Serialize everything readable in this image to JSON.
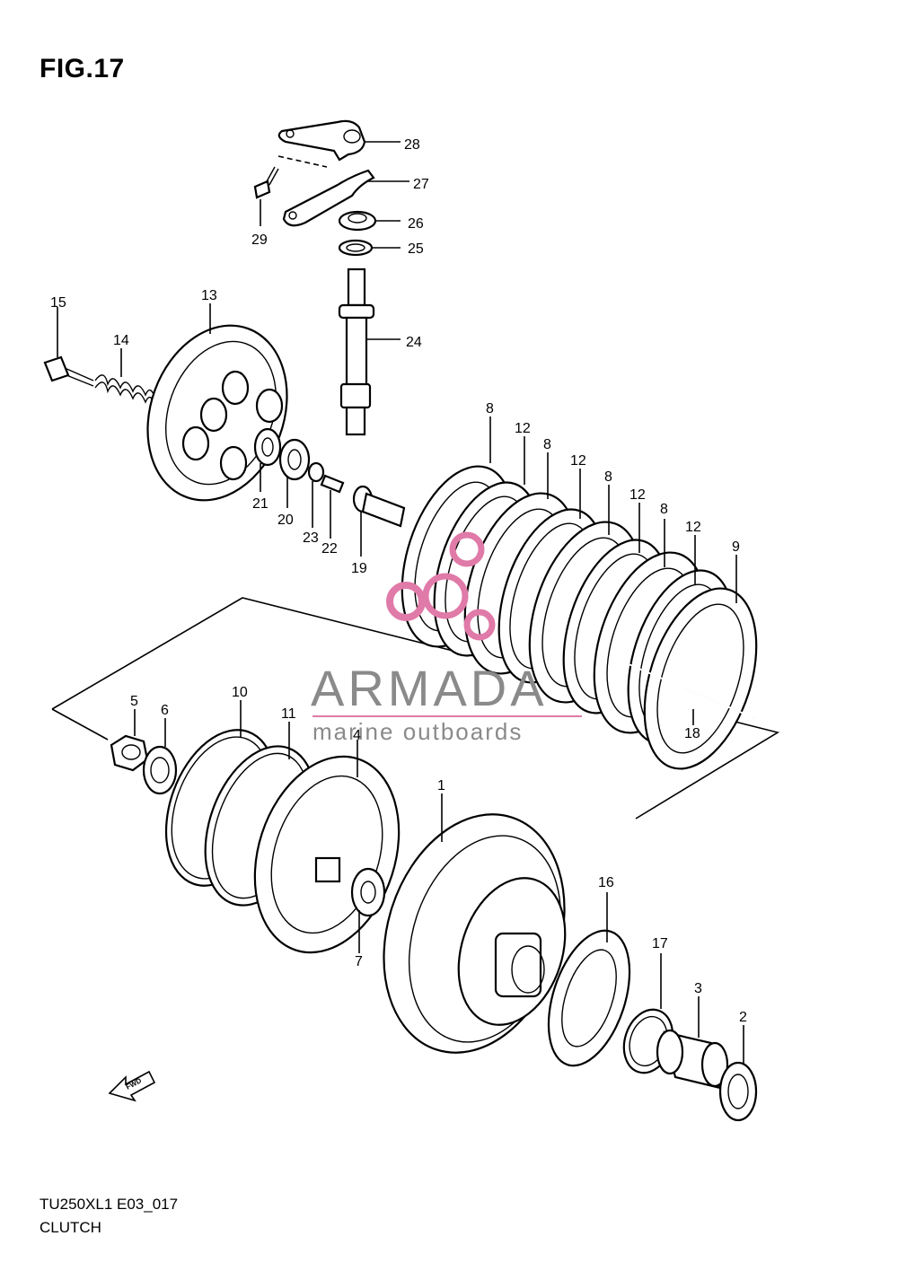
{
  "figure": {
    "title": "FIG.17",
    "code": "TU250XL1 E03_017",
    "name": "CLUTCH",
    "direction_label": "FWD"
  },
  "watermark": {
    "brand": "ARMADA",
    "tagline": "marine outboards",
    "color_brand": "#8a8a8a",
    "color_logo": "#e07aa8"
  },
  "callouts": [
    {
      "id": "28",
      "text": "28"
    },
    {
      "id": "27",
      "text": "27"
    },
    {
      "id": "29",
      "text": "29"
    },
    {
      "id": "26",
      "text": "26"
    },
    {
      "id": "25",
      "text": "25"
    },
    {
      "id": "24",
      "text": "24"
    },
    {
      "id": "15",
      "text": "15"
    },
    {
      "id": "14",
      "text": "14"
    },
    {
      "id": "13",
      "text": "13"
    },
    {
      "id": "21",
      "text": "21"
    },
    {
      "id": "20",
      "text": "20"
    },
    {
      "id": "23",
      "text": "23"
    },
    {
      "id": "22",
      "text": "22"
    },
    {
      "id": "19",
      "text": "19"
    },
    {
      "id": "8a",
      "text": "8"
    },
    {
      "id": "12a",
      "text": "12"
    },
    {
      "id": "8b",
      "text": "8"
    },
    {
      "id": "12b",
      "text": "12"
    },
    {
      "id": "8c",
      "text": "8"
    },
    {
      "id": "12c",
      "text": "12"
    },
    {
      "id": "8d",
      "text": "8"
    },
    {
      "id": "12d",
      "text": "12"
    },
    {
      "id": "9",
      "text": "9"
    },
    {
      "id": "18",
      "text": "18"
    },
    {
      "id": "5",
      "text": "5"
    },
    {
      "id": "6",
      "text": "6"
    },
    {
      "id": "10",
      "text": "10"
    },
    {
      "id": "11",
      "text": "11"
    },
    {
      "id": "4",
      "text": "4"
    },
    {
      "id": "1",
      "text": "1"
    },
    {
      "id": "7",
      "text": "7"
    },
    {
      "id": "16",
      "text": "16"
    },
    {
      "id": "17",
      "text": "17"
    },
    {
      "id": "3",
      "text": "3"
    },
    {
      "id": "2",
      "text": "2"
    }
  ]
}
